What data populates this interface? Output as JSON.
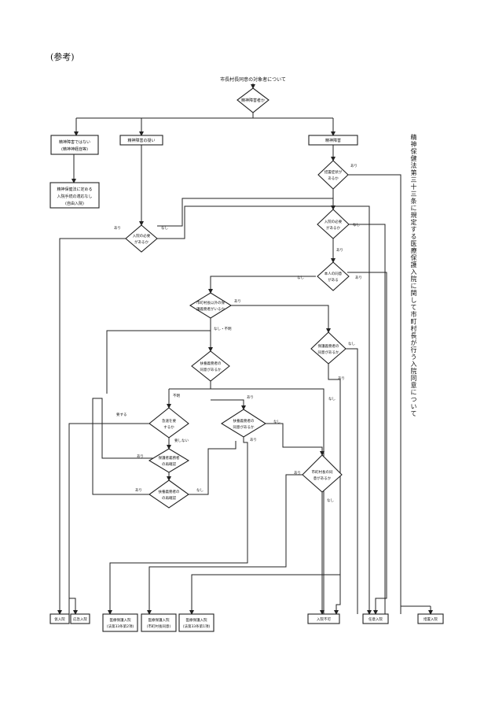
{
  "header": {
    "reference": "(参考)"
  },
  "side_note": "精神保健法第三十三条に規定する医療保護入院に関して市町村長が行う入院同意について",
  "title": "市長村長同意の対象者について",
  "nodes": {
    "d_seishin": [
      "精神障害者か"
    ],
    "b_not": [
      "精神障害ではない",
      "(精神神経症等)"
    ],
    "b_doubt": [
      "精神障害の疑い"
    ],
    "b_seishin": [
      "精神障害"
    ],
    "b_outside": [
      "精神保健法に定める",
      "入院手続の適応なし",
      "(自由入院)"
    ],
    "d_taikou": [
      "措置症状が",
      "あるか"
    ],
    "d_need_left": [
      "入院の必要",
      "があるか"
    ],
    "d_need_right": [
      "入院の必要",
      "があるか"
    ],
    "d_consent": [
      "本人の同意",
      "がある"
    ],
    "d_hogo_in": [
      "市町村長以外の保",
      "護義務者がいるか"
    ],
    "d_fuyo": [
      "扶養義務者の",
      "同意があるか"
    ],
    "d_hogo_yes": [
      "保護義務者の",
      "同意があるか"
    ],
    "d_kyu": [
      "急速を要",
      "するか"
    ],
    "d_fuyo_consent": [
      "扶養義務者の",
      "同意があるか"
    ],
    "d_hogo_sen": [
      "保護者義務者",
      "の再確認"
    ],
    "d_fuyo_sen": [
      "扶養義務者の",
      "の再確認"
    ],
    "d_city": [
      "市町村長の同",
      "意があるか"
    ],
    "o_kari": [
      "仮入院"
    ],
    "o_ojyu": [
      "応急入院"
    ],
    "o_med1": [
      "医療保護入院",
      "(法第33条第2項)"
    ],
    "o_med2": [
      "医療保護入院",
      "(市町村長同意)"
    ],
    "o_med3": [
      "医療保護入院",
      "(法第33条第1項)"
    ],
    "o_impossible": [
      "入院不可"
    ],
    "o_nin": [
      "任意入院"
    ],
    "o_sochi": [
      "措置入院"
    ]
  },
  "edge_labels": {
    "ari": "あり",
    "nashi": "なし",
    "nashi_fumei": "なし・不明",
    "fumei": "不明",
    "yosuru": "要する",
    "yoshinai": "要しない"
  }
}
